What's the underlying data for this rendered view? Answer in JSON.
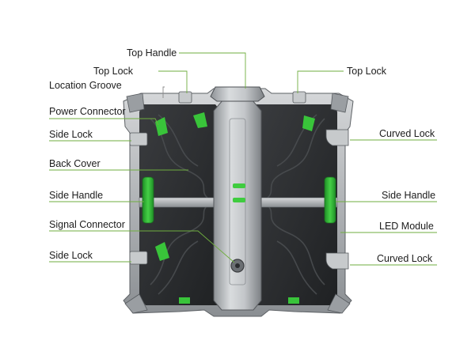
{
  "labels": {
    "top_handle": "Top Handle",
    "top_lock_left": "Top Lock",
    "top_lock_right": "Top Lock",
    "location_groove": "Location Groove",
    "power_connector": "Power Connector",
    "side_lock_upper": "Side Lock",
    "curved_lock_upper": "Curved Lock",
    "back_cover": "Back Cover",
    "side_handle_left": "Side Handle",
    "side_handle_right": "Side Handle",
    "signal_connector": "Signal Connector",
    "led_module": "LED Module",
    "side_lock_lower": "Side Lock",
    "curved_lock_lower": "Curved Lock"
  },
  "colors": {
    "accent_green": "#39c43a",
    "leader_green": "#6fae3f",
    "frame_silver": "#b8bcc0",
    "panel_dark": "#2a2c2e"
  }
}
